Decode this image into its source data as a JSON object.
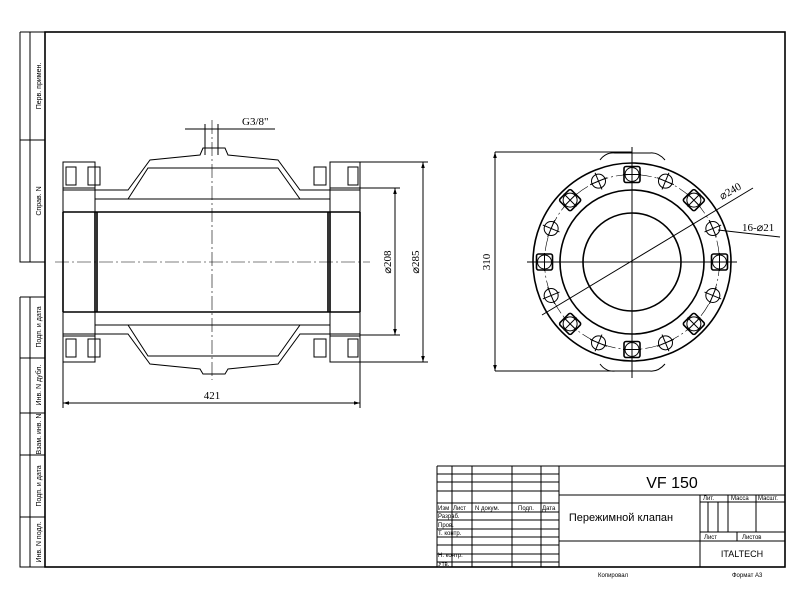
{
  "title_block": {
    "designation": "VF 150",
    "name": "Пережимной клапан",
    "company": "ITALTECH",
    "headers": [
      "Изм",
      "Лист",
      "N докум.",
      "Подп.",
      "Дата"
    ],
    "roles": [
      "Разраб.",
      "Пров.",
      "Т. контр.",
      "",
      "Н. контр.",
      "Утв."
    ],
    "lit": "Лит.",
    "mass": "Масса",
    "scale": "Масшт.",
    "sheet": "Лист",
    "sheets": "Листов",
    "copied": "Копировал",
    "format": "Формат А3"
  },
  "side_stamps": [
    "Перв. примен.",
    "Справ. N",
    "Подп. и дата",
    "Инв. N дубл.",
    "Взам. инв. N",
    "Подп. и дата",
    "Инв. N подл."
  ],
  "dimensions": {
    "port": "G3/8\"",
    "length": "421",
    "bore": "⌀208",
    "flange_od": "⌀285",
    "height": "310",
    "bolt_circle": "⌀240",
    "holes": "16-⌀21"
  }
}
